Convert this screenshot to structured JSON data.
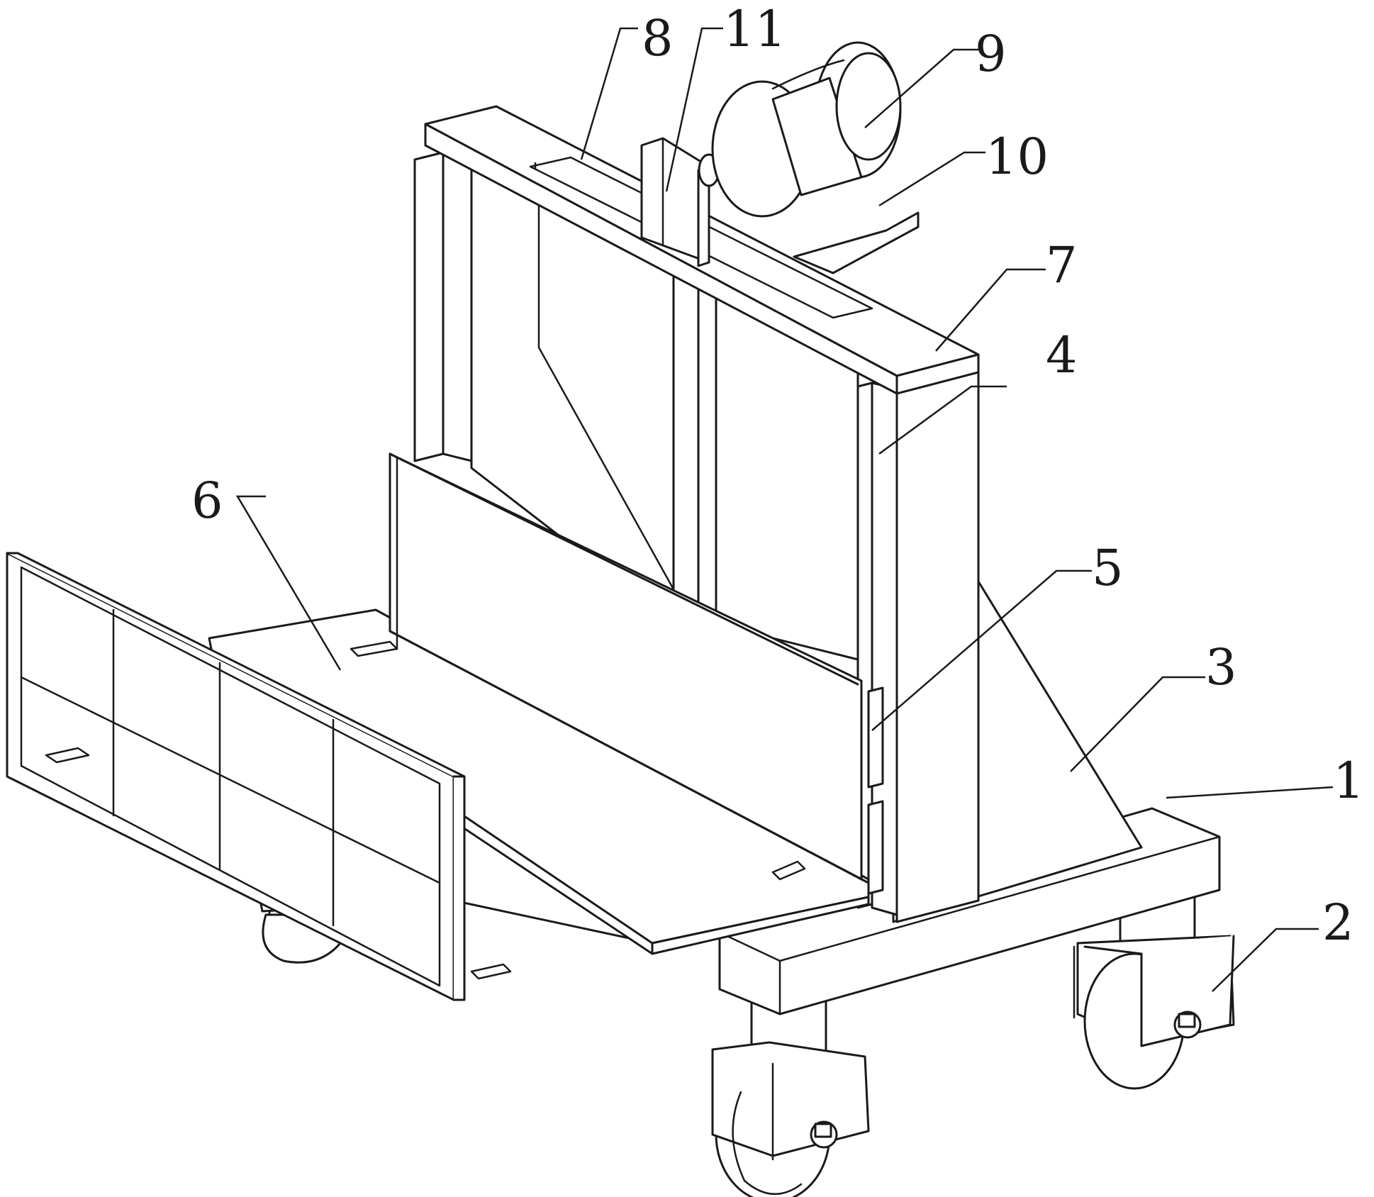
{
  "figure": {
    "callouts": [
      {
        "id": "1",
        "label": "1"
      },
      {
        "id": "2",
        "label": "2"
      },
      {
        "id": "3",
        "label": "3"
      },
      {
        "id": "4",
        "label": "4"
      },
      {
        "id": "5",
        "label": "5"
      },
      {
        "id": "6",
        "label": "6"
      },
      {
        "id": "7",
        "label": "7"
      },
      {
        "id": "8",
        "label": "8"
      },
      {
        "id": "9",
        "label": "9"
      },
      {
        "id": "10",
        "label": "10"
      },
      {
        "id": "11",
        "label": "11"
      }
    ]
  }
}
